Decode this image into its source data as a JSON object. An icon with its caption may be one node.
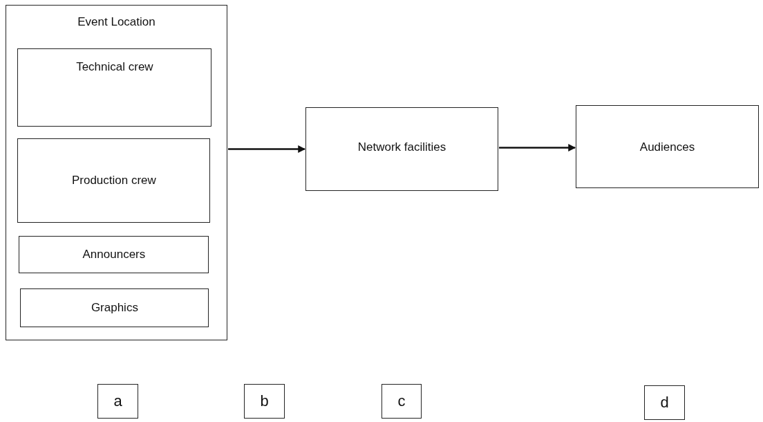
{
  "diagram": {
    "nodes": [
      {
        "text": [
          "Event Location"
        ]
      },
      {
        "text": [
          "Technical crew"
        ],
        "in": 0
      },
      {
        "text": [
          "Production crew"
        ],
        "in": 0
      },
      {
        "text": [
          "Announcers"
        ],
        "in": 0
      },
      {
        "text": [
          "Graphics"
        ],
        "in": 0
      },
      {
        "text": [
          "Network facilities"
        ]
      },
      {
        "text": [
          "Audiences"
        ]
      },
      {
        "text": [
          "a"
        ]
      },
      {
        "text": [
          "b"
        ]
      },
      {
        "text": [
          "c"
        ]
      },
      {
        "text": [
          "d"
        ]
      }
    ],
    "edges": [
      {
        "from": 0,
        "to": 5,
        "arrow": "to"
      },
      {
        "from": 5,
        "to": 6,
        "arrow": "to"
      }
    ]
  }
}
